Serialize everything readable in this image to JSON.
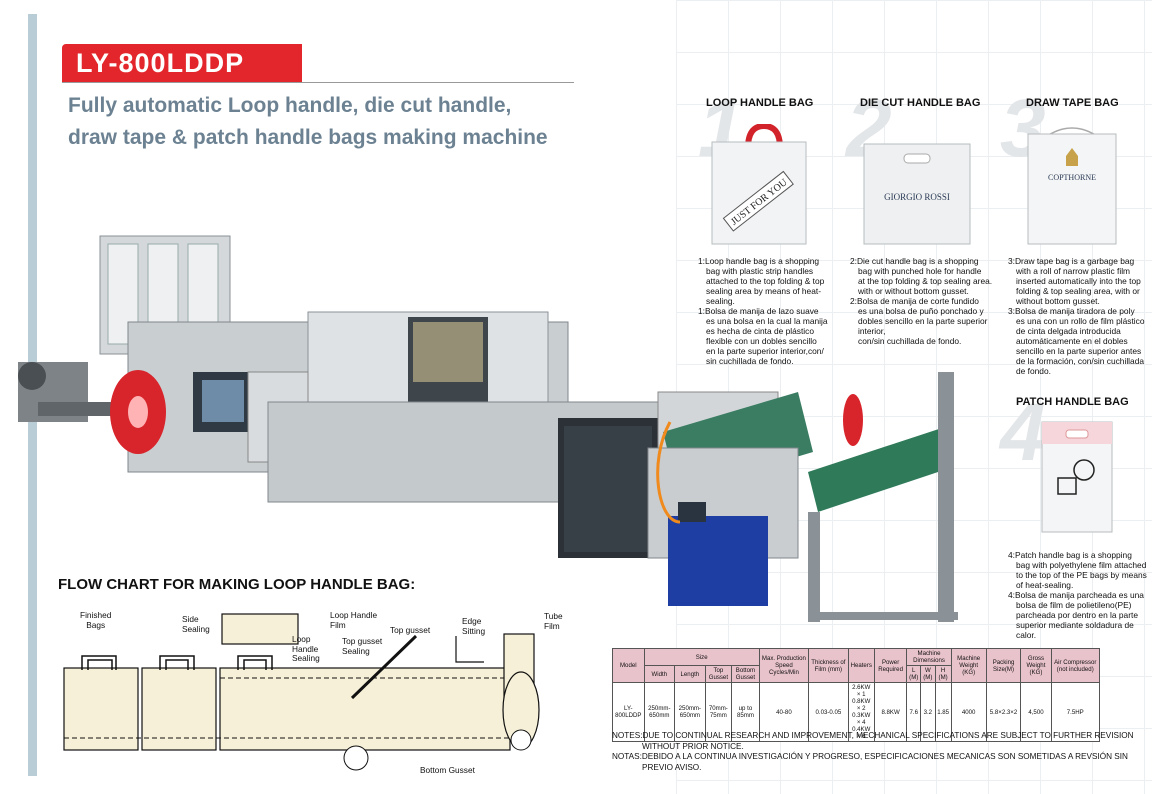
{
  "header": {
    "model": "LY-800LDDP",
    "headline_line1": "Fully automatic Loop handle, die cut handle,",
    "headline_line2": "draw tape & patch handle bags making machine"
  },
  "bags": [
    {
      "number": "1",
      "title": "LOOP HANDLE BAG",
      "print": "JUST FOR YOU",
      "desc": [
        "1:Loop handle bag is a shopping",
        "bag with plastic strip handles",
        "attached to the top folding & top",
        "sealing area by means of heat-",
        "sealing.",
        "1:Bolsa de manija de lazo suave",
        "es una bolsa en la cual la manija",
        "es hecha de cinta de plástico",
        "flexible con un dobles sencillo",
        "en la parte superior interior,con/",
        "sin cuchillada de fondo."
      ]
    },
    {
      "number": "2",
      "title": "DIE CUT HANDLE BAG",
      "print": "GIORGIO ROSSI",
      "desc": [
        "2:Die cut handle bag is a shopping",
        "bag with punched hole for handle",
        "at the top folding & top sealing area.",
        "with or without bottom gusset.",
        "2:Bolsa de manija de corte fundido",
        "es una bolsa de puño ponchado y",
        "dobles sencillo en la parte superior interior,",
        "con/sin cuchillada de fondo."
      ]
    },
    {
      "number": "3",
      "title": "DRAW TAPE BAG",
      "print": "COPTHORNE",
      "desc": [
        "3:Draw tape bag is a garbage bag",
        "with a roll of narrow plastic film",
        "inserted automatically into the top",
        "folding & top sealing area, with or",
        "without bottom gusset.",
        "3:Bolsa de manija tiradora de poly",
        "es una con un rollo de film plástico",
        "de cinta delgada introducida",
        "automáticamente en el dobles",
        "sencillo en la parte superior antes",
        "de la formación, con/sin cuchillada",
        "de fondo."
      ]
    },
    {
      "number": "4",
      "title": "PATCH HANDLE BAG",
      "print": "",
      "desc": [
        "4:Patch handle bag is a shopping",
        "bag with polyethylene film attached",
        "to the top of the PE bags by means",
        "of heat-sealing.",
        "4:Bolsa de manija parcheada es una",
        "bolsa de film de polietileno(PE)",
        "parcheada por dentro en la parte",
        "superior mediante soldadura de",
        "calor."
      ]
    }
  ],
  "flow": {
    "title": "FLOW CHART FOR MAKING LOOP HANDLE BAG:",
    "labels": {
      "finished": [
        "Finished",
        "Bags"
      ],
      "side": [
        "Side",
        "Sealing"
      ],
      "loop_film": [
        "Loop Handle",
        "Film"
      ],
      "loop_sealing": [
        "Loop",
        "Handle",
        "Sealing"
      ],
      "top_gusset_sealing": [
        "Top gusset",
        "Sealing"
      ],
      "top_gusset": "Top gusset",
      "edge": [
        "Edge",
        "Sitting"
      ],
      "tube": [
        "Tube",
        "Film"
      ],
      "bottom": "Bottom Gusset"
    }
  },
  "spec_table": {
    "h_model": "Model",
    "h_size": "Size",
    "h_width": "Width",
    "h_length": "Length",
    "h_top_gusset": "Top Gusset",
    "h_bottom_gusset": "Bottom Gusset",
    "h_speed": "Max. Production Speed Cycles/Min",
    "h_thickness": "Thickness of Film (mm)",
    "h_heaters": "Heaters",
    "h_power": "Power Required",
    "h_dims": "Machine Dimensions",
    "h_l": "L (M)",
    "h_w": "W (M)",
    "h_h": "H (M)",
    "h_weight": "Machine Weight (KG)",
    "h_packing": "Packing Size(M)",
    "h_gross": "Gross Weight (KG)",
    "h_air": "Air Compressor (not included)",
    "row": {
      "model": "LY-800LDDP",
      "width": "250mm-650mm",
      "length": "250mm-650mm",
      "top_gusset": "70mm-75mm",
      "bottom_gusset": "up to 85mm",
      "speed": "40-80",
      "thickness": "0.03-0.05",
      "heaters": "2.6KW × 1\n0.8KW × 2\n0.3KW × 4\n0.4KW × 6",
      "power": "8.8KW",
      "l": "7.6",
      "w": "3.2",
      "h": "1.85",
      "weight": "4000",
      "packing": "5.8×2.3×2",
      "gross": "4,500",
      "air": "7.5HP"
    }
  },
  "notes": {
    "en1": "NOTES:DUE TO CONTINUAL RESEARCH AND IMPROVEMENT, MECHANICAL SPECIFICATIONS ARE SUBJECT TO FURTHER REVISION",
    "en2": "WITHOUT PRIOR NOTICE.",
    "es1": "NOTAS:DEBIDO A LA CONTINUA INVESTIGACIÓN Y PROGRESO, ESPECIFICACIONES MECANICAS SON SOMETIDAS A REVSIÓN SIN",
    "es2": "PREVIO AVISO."
  },
  "colors": {
    "accent": "#e3262b",
    "headline": "#6c8292",
    "table_header": "#e9c3cc",
    "left_bar": "#b9cdd6"
  }
}
